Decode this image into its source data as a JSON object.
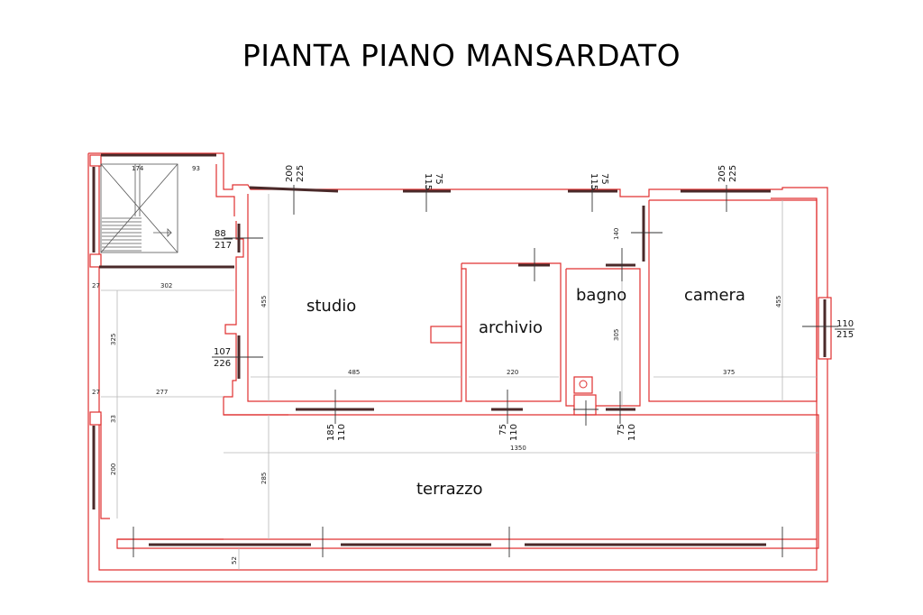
{
  "title": "PIANTA PIANO MANSARDATO",
  "rooms": {
    "studio": "studio",
    "archivio": "archivio",
    "bagno": "bagno",
    "camera": "camera",
    "terrazzo": "terrazzo"
  },
  "dimensions": {
    "stair_width": "174",
    "stair_landing": "93",
    "door_studio_left_top": "88",
    "door_studio_left_bottom": "217",
    "door_studio_left2_top": "107",
    "door_studio_left2_bottom": "226",
    "studio_window_a": "200",
    "studio_window_b": "225",
    "window_mid_a": "75",
    "window_mid_b": "115",
    "window_right_a": "75",
    "window_right_b": "115",
    "camera_window_a": "205",
    "camera_window_b": "225",
    "left_top_27": "27",
    "left_302": "302",
    "left_325": "325",
    "left_27b": "27",
    "left_277": "277",
    "left_33": "33",
    "left_200": "200",
    "studio_height": "455",
    "studio_width": "485",
    "archivio_width": "220",
    "bagno_height": "305",
    "bagno_top": "140",
    "camera_width": "375",
    "camera_height": "455",
    "camera_window_side_top": "110",
    "camera_window_side_bottom": "215",
    "door_bottom1_a": "185",
    "door_bottom1_b": "110",
    "door_bottom2_a": "75",
    "door_bottom2_b": "110",
    "door_bottom3_a": "75",
    "door_bottom3_b": "110",
    "terrazzo_width": "1350",
    "terrazzo_height": "285",
    "bottom_52": "52"
  }
}
